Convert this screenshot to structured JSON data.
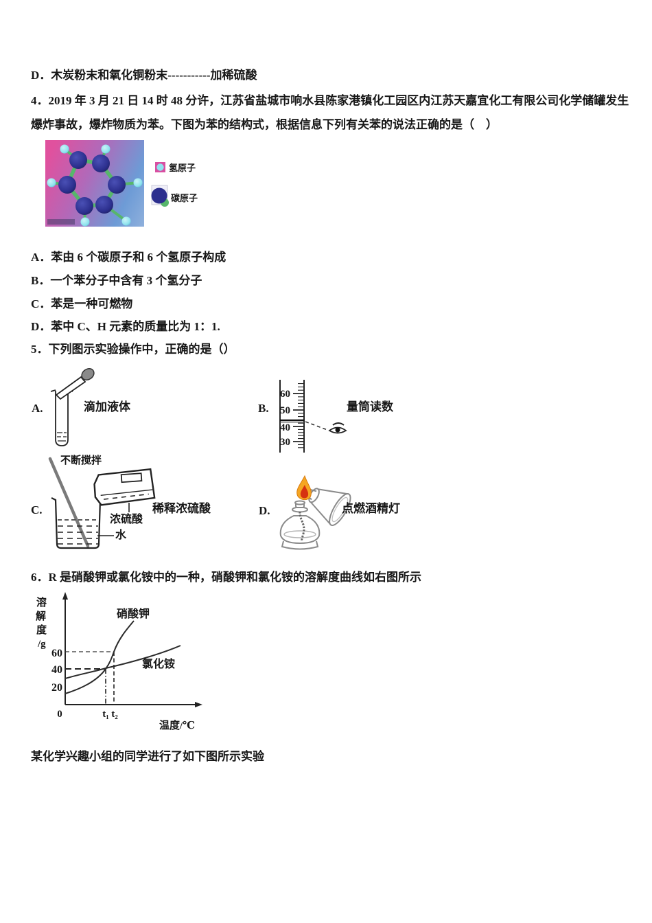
{
  "doc": {
    "prev_q_option_d": "D．木炭粉末和氧化铜粉末-----------加稀硫酸",
    "q4_line1": "4．2019 年 3 月 21 日 14 时 48 分许，江苏省盐城市响水县陈家港镇化工园区内江苏天嘉宜化工有限公司化学储罐发生",
    "q4_line2": "爆炸事故，爆炸物质为苯。下图为苯的结构式，根据信息下列有关苯的说法正确的是（　）",
    "q4_option_a": "A．苯由 6 个碳原子和 6 个氢原子构成",
    "q4_option_b": "B．一个苯分子中含有 3 个氢分子",
    "q4_option_c": "C．苯是一种可燃物",
    "q4_option_d": "D．苯中 C、H 元素的质量比为 1：1.",
    "q5_stem": "5．下列图示实验操作中，正确的是（）",
    "q6_stem": "6．R 是硝酸钾或氯化铵中的一种，硝酸钾和氯化铵的溶解度曲线如右图所示",
    "footer": "某化学兴趣小组的同学进行了如下图所示实验"
  },
  "molecule": {
    "legend_hydrogen_label": "氢原子",
    "legend_carbon_label": "碳原子",
    "carbon_color": "#2c2f8e",
    "hydrogen_color": "#8fe3ee",
    "bond_color": "#57b66b",
    "bg_pink": "#e0519e",
    "bg_blue": "#6d9bd6"
  },
  "experiments": {
    "a_key": "A.",
    "a_caption": "滴加液体",
    "b_key": "B.",
    "b_caption": "量筒读数",
    "b_ticks": [
      "60",
      "50",
      "40",
      "30"
    ],
    "c_key": "C.",
    "c_caption": "稀释浓硫酸",
    "c_note_stir": "不断搅拌",
    "c_note_acid": "浓硫酸",
    "c_note_water": "水",
    "d_key": "D.",
    "d_caption": "点燃酒精灯"
  },
  "graph": {
    "y_label_1": "溶",
    "y_label_2": "解",
    "y_label_3": "度",
    "y_label_4": "/g",
    "y_tick_60": "60",
    "y_tick_40": "40",
    "y_tick_20": "20",
    "x_origin": "0",
    "x_t1": "t₁",
    "x_t2": "t₂",
    "x_axis_label": "温度/℃",
    "curve_kno3": "硝酸钾",
    "curve_nh4cl": "氯化铵"
  },
  "chart_data": {
    "type": "line",
    "title": "",
    "xlabel": "温度/℃",
    "ylabel": "溶解度/g",
    "x_ticks": [
      "0",
      "t₁",
      "t₂"
    ],
    "y_ticks": [
      20,
      40,
      60
    ],
    "ylim": [
      0,
      90
    ],
    "grid": false,
    "legend_position": "labels beside curves",
    "series": [
      {
        "name": "硝酸钾",
        "x": [
          "0",
          "t₁",
          "t₂"
        ],
        "y": [
          13,
          40,
          60
        ],
        "shape": "steeply rising convex curve, ~88 at right edge"
      },
      {
        "name": "氯化铵",
        "x": [
          "0",
          "t₁"
        ],
        "y": [
          30,
          40
        ],
        "shape": "gently rising curve, ~65 at right edge"
      }
    ],
    "annotations": [
      "horizontal dashed guide at 60 meeting 硝酸钾 curve at t₂",
      "bold horizontal dashed guide at 40 meeting curve-intersection region at t₁",
      "vertical dash-dot guide at t₁ and vertical dashed guide at t₂ down to x-axis"
    ]
  }
}
